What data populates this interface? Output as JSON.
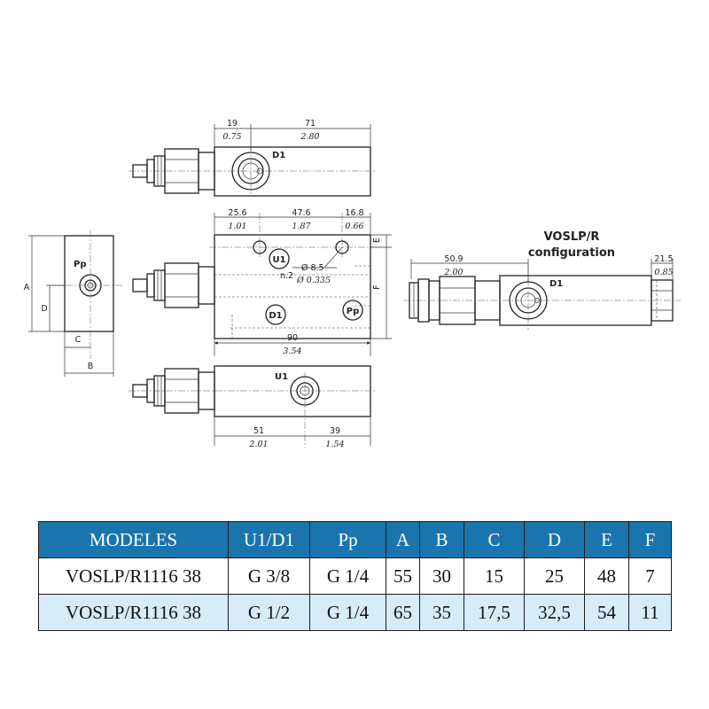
{
  "colors": {
    "header_bg": "#1b75ad",
    "header_text": "#ffffff",
    "alt_row_bg": "#d6ecf8",
    "line": "#222222"
  },
  "drawing": {
    "top_view": {
      "dim_left": "19",
      "dim_left_in": "0.75",
      "dim_right": "71",
      "dim_right_in": "2.80",
      "port": "D1"
    },
    "front_view": {
      "dim_a": "25.6",
      "dim_a_in": "1.01",
      "dim_b": "47.6",
      "dim_b_in": "1.87",
      "dim_c": "16.8",
      "dim_c_in": "0.66",
      "dim_e": "E",
      "dim_f": "F",
      "hole_count": "n.2",
      "hole_dia": "Ø 8.5",
      "hole_dia_in": "Ø 0.335",
      "port_u1": "U1",
      "port_d1": "D1",
      "port_pp": "Pp",
      "length": "90",
      "length_in": "3.54"
    },
    "side_view": {
      "port": "Pp",
      "dim_a": "A",
      "dim_d": "D",
      "dim_c": "C",
      "dim_b": "B"
    },
    "bottom_view": {
      "port": "U1",
      "dim_left": "51",
      "dim_left_in": "2.01",
      "dim_right": "39",
      "dim_right_in": "1.54"
    },
    "config_view": {
      "title_line1": "VOSLP/R",
      "title_line2": "configuration",
      "dim_left": "50.9",
      "dim_left_in": "2.00",
      "dim_right": "21.5",
      "dim_right_in": "0.85",
      "port": "D1"
    }
  },
  "table": {
    "headers": [
      "MODELES",
      "U1/D1",
      "Pp",
      "A",
      "B",
      "C",
      "D",
      "E",
      "F"
    ],
    "rows": [
      [
        "VOSLP/R1116 38",
        "G 3/8",
        "G 1/4",
        "55",
        "30",
        "15",
        "25",
        "48",
        "7"
      ],
      [
        "VOSLP/R1116 38",
        "G 1/2",
        "G 1/4",
        "65",
        "35",
        "17,5",
        "32,5",
        "54",
        "11"
      ]
    ]
  }
}
